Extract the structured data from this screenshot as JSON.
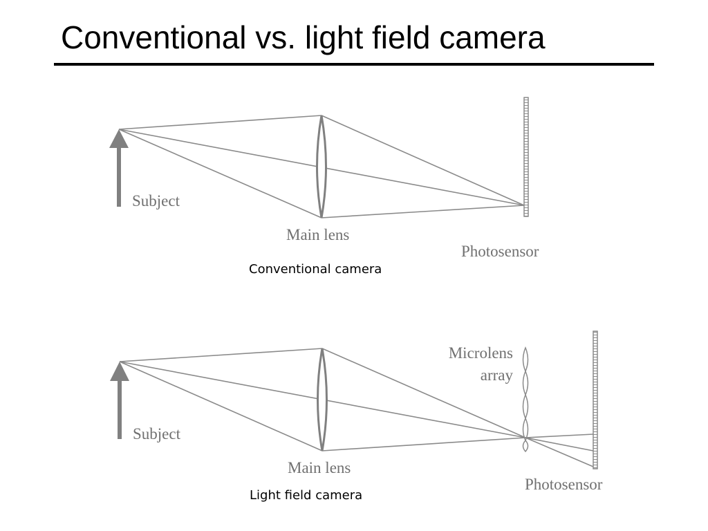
{
  "title": "Conventional vs. light field camera",
  "colors": {
    "title": "#000000",
    "ray": "#8a8a8a",
    "label": "#707070",
    "arrow": "#808080"
  },
  "diagrams": [
    {
      "id": "conventional",
      "caption": "Conventional camera",
      "labels": {
        "subject": "Subject",
        "main_lens": "Main lens",
        "photosensor": "Photosensor"
      }
    },
    {
      "id": "lightfield",
      "caption": "Light field camera",
      "labels": {
        "subject": "Subject",
        "main_lens": "Main lens",
        "microlens": [
          "Microlens",
          "array"
        ],
        "photosensor": "Photosensor"
      }
    }
  ]
}
